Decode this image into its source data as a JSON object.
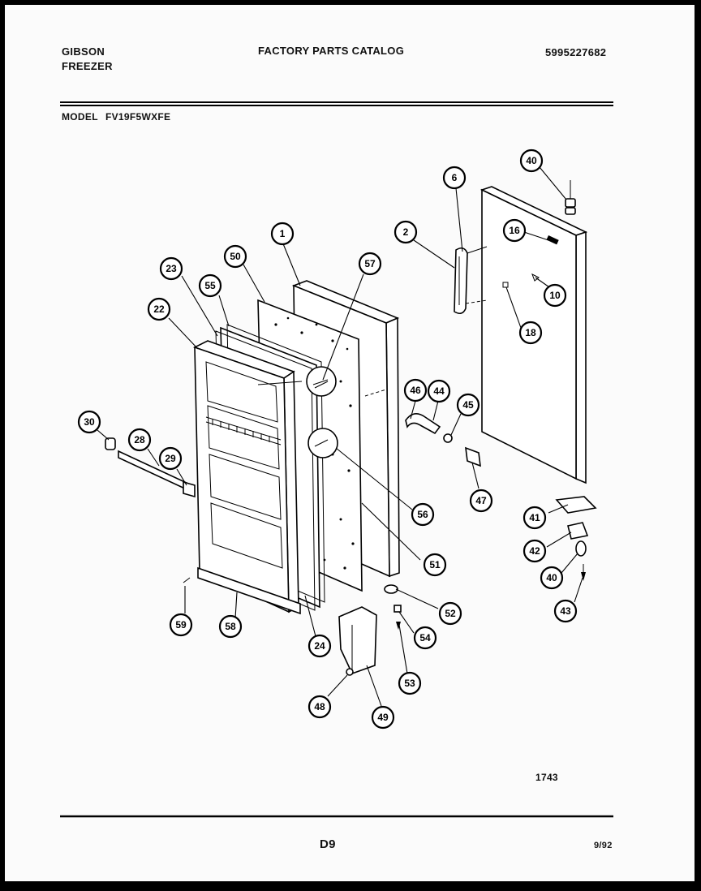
{
  "header": {
    "brand": "GIBSON",
    "product": "FREEZER",
    "catalog_title": "FACTORY PARTS CATALOG",
    "catalog_number": "5995227682",
    "model_label": "MODEL",
    "model_number": "FV19F5WXFE"
  },
  "footer": {
    "figure_number": "1743",
    "page_code": "D9",
    "date": "9/92"
  },
  "callouts": [
    {
      "id": "c1",
      "label": "1"
    },
    {
      "id": "c2",
      "label": "2"
    },
    {
      "id": "c6",
      "label": "6"
    },
    {
      "id": "c40a",
      "label": "40"
    },
    {
      "id": "c16",
      "label": "16"
    },
    {
      "id": "c10",
      "label": "10"
    },
    {
      "id": "c18",
      "label": "18"
    },
    {
      "id": "c23",
      "label": "23"
    },
    {
      "id": "c50",
      "label": "50"
    },
    {
      "id": "c57",
      "label": "57"
    },
    {
      "id": "c55",
      "label": "55"
    },
    {
      "id": "c22",
      "label": "22"
    },
    {
      "id": "c46",
      "label": "46"
    },
    {
      "id": "c44",
      "label": "44"
    },
    {
      "id": "c45",
      "label": "45"
    },
    {
      "id": "c30",
      "label": "30"
    },
    {
      "id": "c28",
      "label": "28"
    },
    {
      "id": "c29",
      "label": "29"
    },
    {
      "id": "c56",
      "label": "56"
    },
    {
      "id": "c47",
      "label": "47"
    },
    {
      "id": "c41",
      "label": "41"
    },
    {
      "id": "c42",
      "label": "42"
    },
    {
      "id": "c51",
      "label": "51"
    },
    {
      "id": "c40b",
      "label": "40"
    },
    {
      "id": "c52",
      "label": "52"
    },
    {
      "id": "c43",
      "label": "43"
    },
    {
      "id": "c59",
      "label": "59"
    },
    {
      "id": "c58",
      "label": "58"
    },
    {
      "id": "c54",
      "label": "54"
    },
    {
      "id": "c24",
      "label": "24"
    },
    {
      "id": "c53",
      "label": "53"
    },
    {
      "id": "c48",
      "label": "48"
    },
    {
      "id": "c49",
      "label": "49"
    }
  ]
}
